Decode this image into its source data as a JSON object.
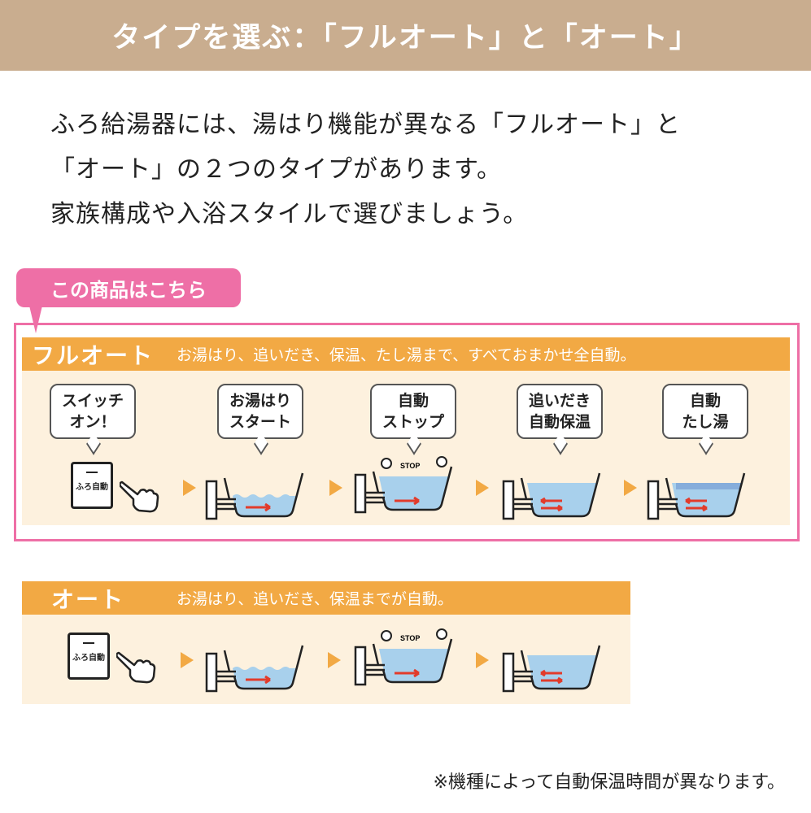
{
  "header": {
    "title": "タイプを選ぶ：「フルオート」と「オート」"
  },
  "intro": [
    "ふろ給湯器には、湯はり機能が異なる「フルオート」と",
    "「オート」の２つのタイプがあります。",
    "家族構成や入浴スタイルで選びましょう。"
  ],
  "tag": "この商品はこちら",
  "full_auto": {
    "title": "フルオート",
    "desc": "お湯はり、追いだき、保温、たし湯まで、すべておまかせ全自動。",
    "steps": [
      {
        "l1": "スイッチ",
        "l2": "オン！"
      },
      {
        "l1": "お湯はり",
        "l2": "スタート"
      },
      {
        "l1": "自動",
        "l2": "ストップ"
      },
      {
        "l1": "追いだき",
        "l2": "自動保温"
      },
      {
        "l1": "自動",
        "l2": "たし湯"
      }
    ]
  },
  "auto": {
    "title": "オート",
    "desc": "お湯はり、追いだき、保温までが自動。"
  },
  "switch_label": "ふろ自動",
  "stop_label": "STOP",
  "footnote": "※機種によって自動保温時間が異なります。",
  "colors": {
    "header": "#c9ad8f",
    "orange": "#f2a944",
    "cream": "#fdf1de",
    "pink": "#ee6fa6",
    "water": "#a8d0ec"
  }
}
